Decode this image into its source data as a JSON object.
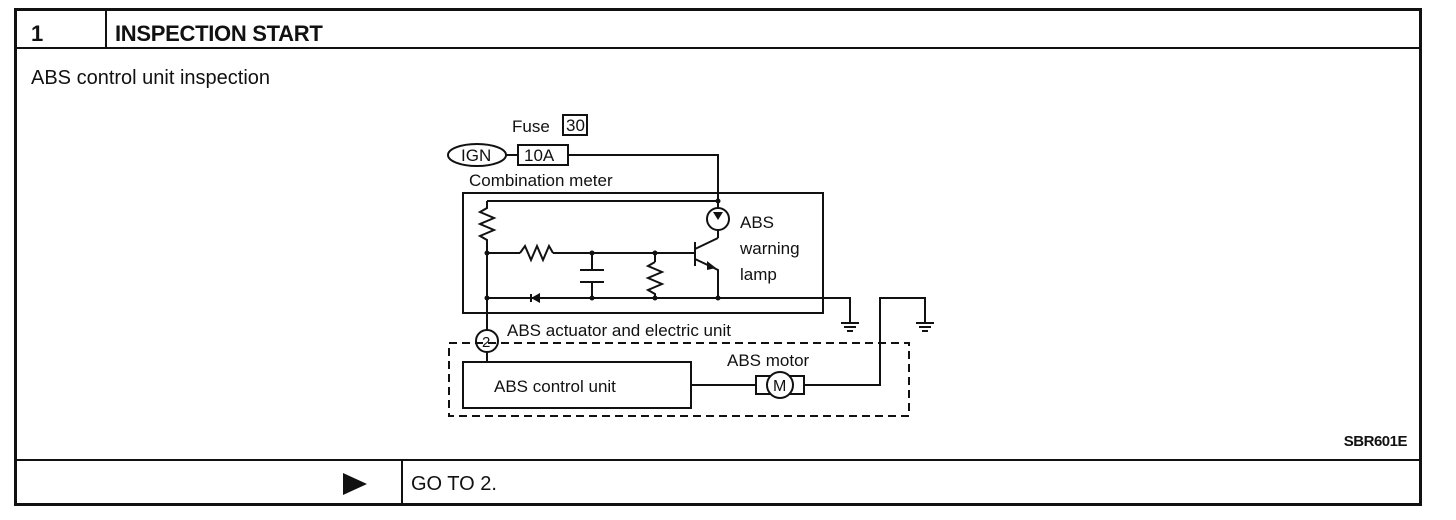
{
  "step": {
    "number": "1",
    "title": "INSPECTION START",
    "subtitle": "ABS control unit inspection",
    "figure_code": "SBR601E",
    "action_text": "GO TO 2."
  },
  "diagram": {
    "fuse_label": "Fuse",
    "fuse_number": "30",
    "ign_label": "IGN",
    "fuse_rating": "10A",
    "combination_meter_label": "Combination meter",
    "lamp_line1": "ABS",
    "lamp_line2": "warning",
    "lamp_line3": "lamp",
    "connector_number": "2",
    "actuator_label": "ABS actuator and electric unit",
    "motor_label": "ABS motor",
    "motor_symbol": "M",
    "control_unit_label": "ABS control unit"
  }
}
